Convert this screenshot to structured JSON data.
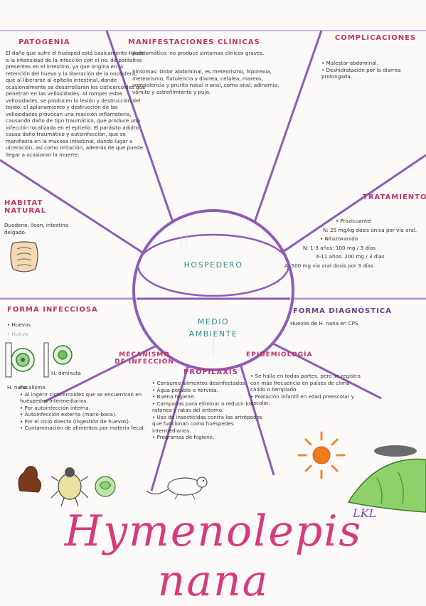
{
  "sections": {
    "patogenia": {
      "title": "PATOGENIA",
      "text": "El daño que sufre el huésped está básicamente ligado a la intensidad de la infección con el no. de parásitos presentes en el intestino, ya que origina en la retención del huevo y la liberación de la oncósfera, que al liberarse al epitelio intestinal, donde ocasionalmente se desarrollarán los cisticercoides que penetran en las vellosidades. Al romper estas vellosidades, se producen la lesión y destrucción del tejido; el aplanamiento y destrucción de las vellosidades provocan una reacción inflamatoria, causando daño de tipo traumático, que produce una infección localizada en el epitelio. El parásito adulto causa daño traumático y autoinfección, que se manifiesta en la mucosa intestinal, dando lugar a ulceración, así como irritación, además de que puede llegar a ocasionar la muerte."
    },
    "manifestaciones": {
      "title": "MANIFESTACIONES CLÍNICAS",
      "intro": "• Asintomático: no produce síntomas clínicos graves.",
      "text": "Síntomas: Dolor abdominal, es meteorismo, hiporexia, meteorismo, flatulencia y diarrea, cefalea, mareos, somnolencia y prurito nasal o anal, como anal, adinamia, vómito y estreñimiento y pujo."
    },
    "complicaciones": {
      "title": "COMPLICACIONES",
      "text": "• Malestar abdominal.\n• Deshidratación por la diarrea prolongada."
    },
    "habitat": {
      "title": "HABITAT NATURAL",
      "text": "Duodeno, íleon, intestino delgado."
    },
    "tratamiento": {
      "title": "TRATAMIENTO",
      "lines": [
        "• Prazicuantel",
        "N: 25 mg/kg dosis única por vía oral.",
        "• Nitazoxanida",
        "N: 1-3 años: 100 mg / 3 días",
        "4-11 años: 200 mg / 3 días",
        "A: 500 mg vía oral dosis por 3 días"
      ]
    },
    "forma_infecciosa": {
      "title": "FORMA INFECCIOSA",
      "items": [
        "• Huevos",
        "• Huevo"
      ],
      "label_left": "H. nana",
      "label_right": "H. diminuta"
    },
    "forma_diagnostica": {
      "title": "FORMA DIAGNÓSTICA",
      "text": "Huevos de H. nana en CPS"
    },
    "mecanismo": {
      "title": "MECANISMO DE INFECCIÓN",
      "text": "Fecalismo\n• Al ingerir cisticercoides que se encuentran en huéspedes intermediarios.\n• Por autoinfección interna.\n• Autoinfección externa (mano-boca).\n• Por el ciclo directo (ingestión de huevos).\n• Contaminación de alimentos por materia fecal."
    },
    "profilaxis": {
      "title": "PROFILAXIS",
      "text": "• Consumo alimentos desinfectados.\n• Agua potable o hervida.\n• Buena higiene.\n• Campañas para eliminar o reducir los ratones y ratas del entorno.\n• Uso de insecticidas contra los artrópodos que funcionan como huéspedes intermediarios.\n• Programas de higiene."
    },
    "epidemiologia": {
      "title": "EPIDEMIOLOGÍA",
      "text": "• Se halla en todas partes, pero se registra con más frecuencia en países de clima cálido o templado.\n• Población infantil en edad preescolar y escolar."
    }
  },
  "hub": {
    "hospedero": "HOSPEDERO",
    "medio_ambiente_1": "MEDIO",
    "medio_ambiente_2": "AMBIENTE"
  },
  "title": "Hymenolepis nana",
  "signature": "LKL",
  "colors": {
    "line": "#8e5cb6",
    "line_light": "#c9b0e0",
    "title_pink": "#d83a7c",
    "hub_text": "#2f8f88"
  }
}
